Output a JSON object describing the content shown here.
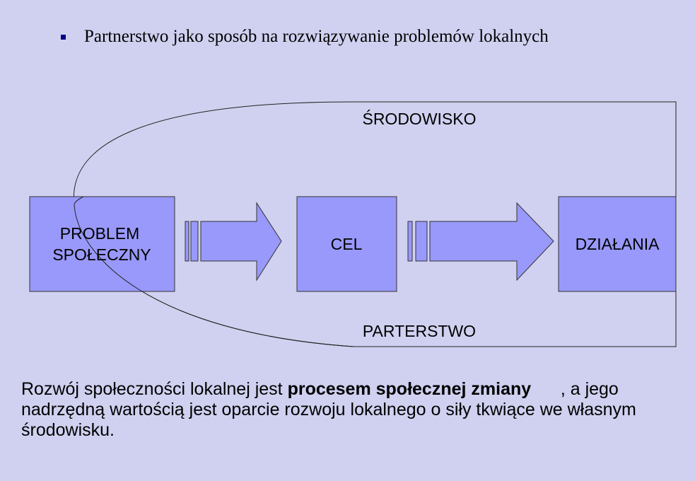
{
  "header": {
    "bullet_text": "Partnerstwo jako sposób na rozwiązywanie problemów lokalnych"
  },
  "diagram": {
    "environment_label": "ŚRODOWISKO",
    "partnership_label": "PARTERSTWO",
    "boxes": [
      {
        "line1": "PROBLEM",
        "line2": "SPOŁECZNY"
      },
      {
        "line1": "CEL",
        "line2": ""
      },
      {
        "line1": "DZIAŁANIA",
        "line2": ""
      }
    ]
  },
  "paragraph": {
    "part1": "Rozwój społeczności lokalnej jest ",
    "bold": "procesem społecznej zmiany",
    "part2": "      , a jego nadrzędną wartością jest oparcie rozwoju lokalnego o siły tkwiące we własnym środowisku."
  },
  "colors": {
    "background": "#d0d1f0",
    "box_fill": "#9999fb",
    "bullet": "#000080"
  }
}
